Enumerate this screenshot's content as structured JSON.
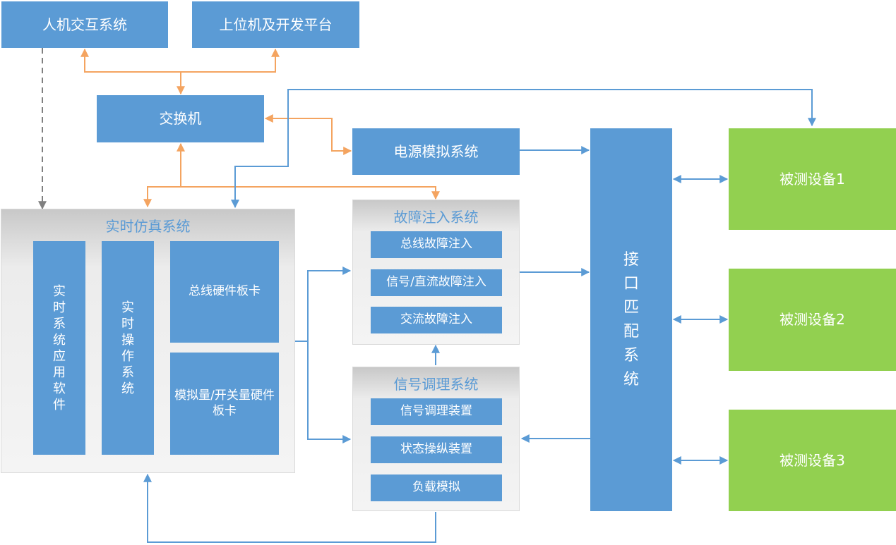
{
  "top": {
    "hmi": "人机交互系统",
    "host_platform": "上位机及开发平台",
    "switch": "交换机",
    "power_sim": "电源模拟系统"
  },
  "rt_sim": {
    "title": "实时仿真系统",
    "app_software": "实时系统应用软件",
    "rt_os": "实时操作系统",
    "bus_card": "总线硬件板卡",
    "analog_card": "模拟量/开关量硬件板卡"
  },
  "fault": {
    "title": "故障注入系统",
    "bus": "总线故障注入",
    "signal_dc": "信号/直流故障注入",
    "ac": "交流故障注入"
  },
  "conditioning": {
    "title": "信号调理系统",
    "signal_device": "信号调理装置",
    "state_device": "状态操纵装置",
    "load_sim": "负载模拟"
  },
  "interface": {
    "label": "接口匹配系统"
  },
  "devices": [
    "被测设备1",
    "被测设备2",
    "被测设备3"
  ],
  "colors": {
    "box_blue": "#5b9bd5",
    "device_green": "#92d050",
    "link_orange": "#f4a460",
    "link_blue": "#5b9bd5",
    "link_gray": "#808080"
  }
}
